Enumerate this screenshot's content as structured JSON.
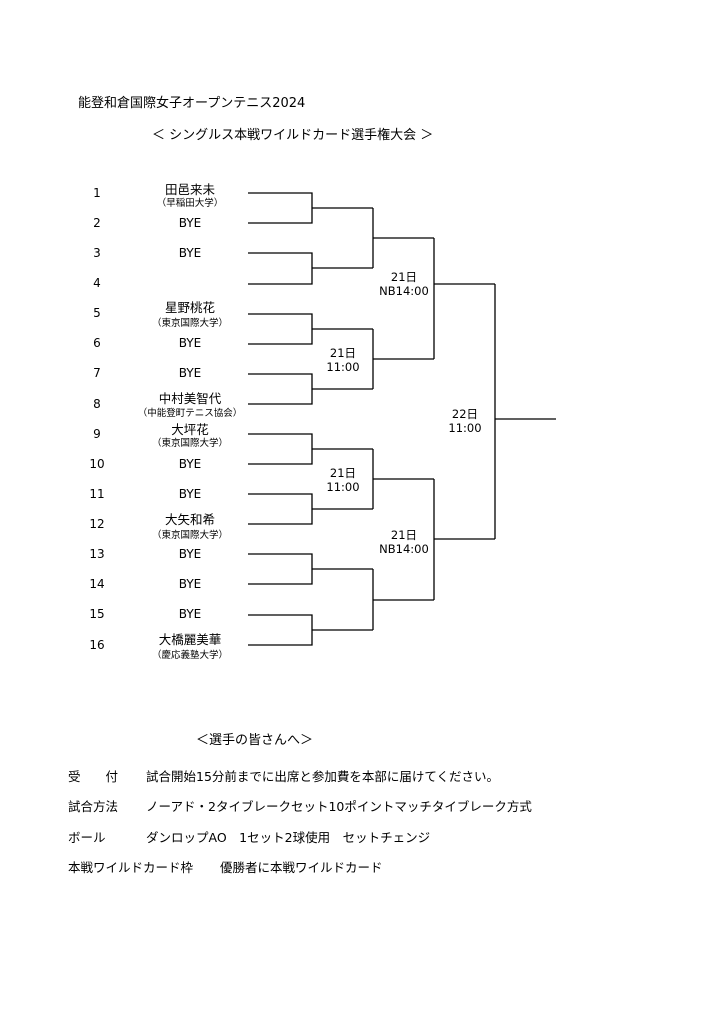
{
  "header": {
    "title": "能登和倉国際女子オープンテニス2024",
    "subtitle": "＜ シングルス本戦ワイルドカード選手権大会 ＞"
  },
  "draw": {
    "numbers": [
      "1",
      "2",
      "3",
      "4",
      "5",
      "6",
      "7",
      "8",
      "9",
      "10",
      "11",
      "12",
      "13",
      "14",
      "15",
      "16"
    ],
    "slots": [
      {
        "name": "田邑来未",
        "affiliation": "（早稲田大学）"
      },
      {
        "name": "BYE"
      },
      {
        "name": "BYE"
      },
      {
        "name": ""
      },
      {
        "name": "星野桃花",
        "affiliation": "（東京国際大学）"
      },
      {
        "name": "BYE"
      },
      {
        "name": "BYE"
      },
      {
        "name": "中村美智代",
        "affiliation": "（中能登町テニス協会）"
      },
      {
        "name": "大坪花",
        "affiliation": "（東京国際大学）"
      },
      {
        "name": "BYE"
      },
      {
        "name": "BYE"
      },
      {
        "name": "大矢和希",
        "affiliation": "（東京国際大学）"
      },
      {
        "name": "BYE"
      },
      {
        "name": "BYE"
      },
      {
        "name": "BYE"
      },
      {
        "name": "大橋麗美華",
        "affiliation": "（慶応義塾大学）"
      }
    ],
    "schedules": {
      "qf_top": {
        "day": "21日",
        "time": "11:00"
      },
      "sf_top": {
        "day": "21日",
        "time": "NB14:00"
      },
      "qf_bottom": {
        "day": "21日",
        "time": "11:00"
      },
      "sf_bottom": {
        "day": "21日",
        "time": "NB14:00"
      },
      "final": {
        "day": "22日",
        "time": "11:00"
      }
    }
  },
  "notes": {
    "title": "＜選手の皆さんへ＞",
    "items": [
      {
        "label": "受　　付",
        "text": "試合開始15分前までに出席と参加費を本部に届けてください。"
      },
      {
        "label": "試合方法",
        "text": "ノーアド・2タイブレークセット10ポイントマッチタイブレーク方式"
      },
      {
        "label": "ボール",
        "text": "ダンロップAO　1セット2球使用　セットチェンジ"
      },
      {
        "label": "本戦ワイルドカード枠",
        "text": "優勝者に本戦ワイルドカード"
      }
    ]
  }
}
